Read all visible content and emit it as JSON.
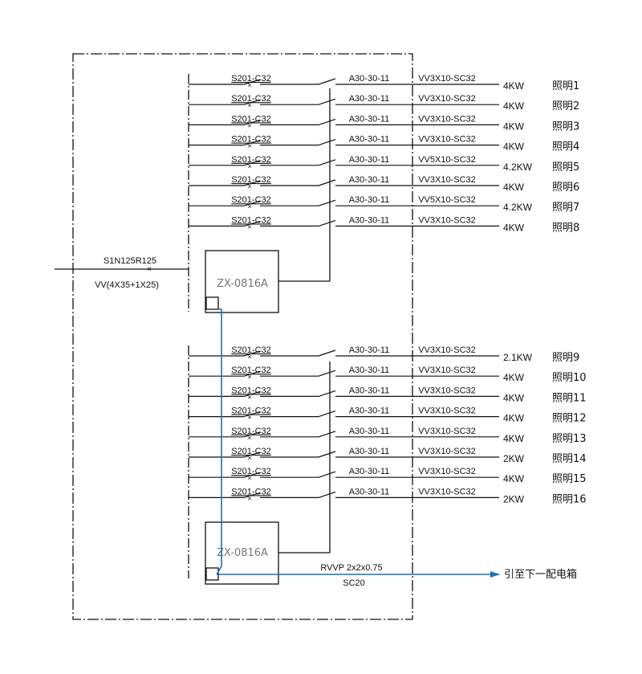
{
  "incoming": {
    "breaker": "S1N125R125",
    "cable": "VV(4X35+1X25)"
  },
  "groups": [
    {
      "controller": "ZX-0816A",
      "circuits": [
        {
          "breaker": "S201-C32",
          "contactor": "A30-30-11",
          "cable": "VV3X10-SC32",
          "power": "4KW",
          "name": "照明1"
        },
        {
          "breaker": "S201-C32",
          "contactor": "A30-30-11",
          "cable": "VV3X10-SC32",
          "power": "4KW",
          "name": "照明2"
        },
        {
          "breaker": "S201-C32",
          "contactor": "A30-30-11",
          "cable": "VV3X10-SC32",
          "power": "4KW",
          "name": "照明3"
        },
        {
          "breaker": "S201-C32",
          "contactor": "A30-30-11",
          "cable": "VV3X10-SC32",
          "power": "4KW",
          "name": "照明4"
        },
        {
          "breaker": "S201-C32",
          "contactor": "A30-30-11",
          "cable": "VV5X10-SC32",
          "power": "4.2KW",
          "name": "照明5"
        },
        {
          "breaker": "S201-C32",
          "contactor": "A30-30-11",
          "cable": "VV3X10-SC32",
          "power": "4KW",
          "name": "照明6"
        },
        {
          "breaker": "S201-C32",
          "contactor": "A30-30-11",
          "cable": "VV5X10-SC32",
          "power": "4.2KW",
          "name": "照明7"
        },
        {
          "breaker": "S201-C32",
          "contactor": "A30-30-11",
          "cable": "VV3X10-SC32",
          "power": "4KW",
          "name": "照明8"
        }
      ]
    },
    {
      "controller": "ZX-0816A",
      "circuits": [
        {
          "breaker": "S201-C32",
          "contactor": "A30-30-11",
          "cable": "VV3X10-SC32",
          "power": "2.1KW",
          "name": "照明9"
        },
        {
          "breaker": "S201-C32",
          "contactor": "A30-30-11",
          "cable": "VV3X10-SC32",
          "power": "4KW",
          "name": "照明10"
        },
        {
          "breaker": "S201-C32",
          "contactor": "A30-30-11",
          "cable": "VV3X10-SC32",
          "power": "4KW",
          "name": "照明11"
        },
        {
          "breaker": "S201-C32",
          "contactor": "A30-30-11",
          "cable": "VV3X10-SC32",
          "power": "4KW",
          "name": "照明12"
        },
        {
          "breaker": "S201-C32",
          "contactor": "A30-30-11",
          "cable": "VV3X10-SC32",
          "power": "4KW",
          "name": "照明13"
        },
        {
          "breaker": "S201-C32",
          "contactor": "A30-30-11",
          "cable": "VV3X10-SC32",
          "power": "2KW",
          "name": "照明14"
        },
        {
          "breaker": "S201-C32",
          "contactor": "A30-30-11",
          "cable": "VV3X10-SC32",
          "power": "4KW",
          "name": "照明15"
        },
        {
          "breaker": "S201-C32",
          "contactor": "A30-30-11",
          "cable": "VV3X10-SC32",
          "power": "2KW",
          "name": "照明16"
        }
      ]
    }
  ],
  "signal": {
    "cable": "RVVP 2x2x0.75",
    "conduit": "SC20",
    "destination": "引至下一配电箱"
  },
  "colors": {
    "line": "#111111",
    "signal": "#1f6fb5",
    "controller_text": "#777777"
  }
}
